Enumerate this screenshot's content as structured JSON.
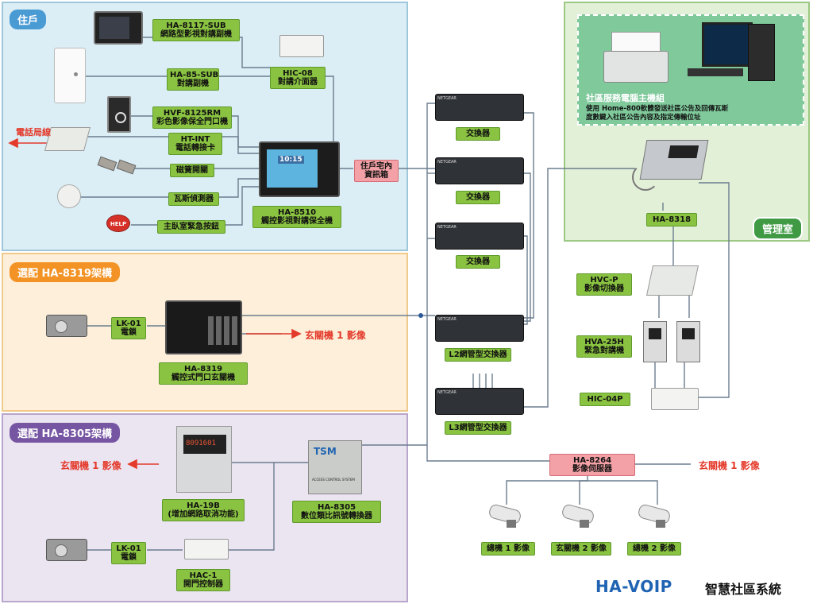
{
  "sections": {
    "resident": "住戶",
    "opt8319": "選配 HA-8319架構",
    "opt8305": "選配 HA-8305架構",
    "admin": "管理室"
  },
  "devices": {
    "ha8117": [
      "HA-8117-SUB",
      "網路型影視對講副機"
    ],
    "ha85": [
      "HA-85-SUB",
      "對講副機"
    ],
    "hvf8125": [
      "HVF-8125RM",
      "彩色影像保全門口機"
    ],
    "htint": [
      "HT-INT",
      "電話轉接卡"
    ],
    "magnet": "磁簧開關",
    "gas": "瓦斯偵測器",
    "emergency": "主臥室緊急按鈕",
    "hic08": [
      "HIC-08",
      "對講介面器"
    ],
    "ha8510": [
      "HA-8510",
      "觸控影視對講保全機"
    ],
    "infobox": [
      "住戶宅內",
      "資訊箱"
    ],
    "switch": "交換器",
    "l2switch": "L2網管型交換器",
    "l3switch": "L3網管型交換器",
    "lk01": [
      "LK-01",
      "電鎖"
    ],
    "ha8319": [
      "HA-8319",
      "觸控式門口玄關機"
    ],
    "ha19b": [
      "HA-19B",
      "(增加網路取消功能)"
    ],
    "ha8305": [
      "HA-8305",
      "數位類比訊號轉換器"
    ],
    "hac1": [
      "HAC-1",
      "開門控制器"
    ],
    "ha8264": [
      "HA-8264",
      "影像伺服器"
    ],
    "ha8318": "HA-8318",
    "hvcp": [
      "HVC-P",
      "影像切換器"
    ],
    "hva25h": [
      "HVA-25H",
      "緊急對講機"
    ],
    "hic04p": "HIC-04P",
    "cam1": "總機 1 影像",
    "cam2": "玄關機 2 影像",
    "cam3": "總機 2 影像"
  },
  "labels": {
    "phone_line": "電話局線",
    "entry_video": "玄關機 1 影像",
    "community_pc_title": "社區服務電腦主機組",
    "community_pc_desc1": "使用 Home-800軟體發送社區公告及回傳瓦斯",
    "community_pc_desc2": "度數鍵入社區公告內容及指定傳輸位址",
    "screen_time": "10:15",
    "tsm": "TSM",
    "acs": "ACCESS CONTROL SYSTEM",
    "help": "HELP",
    "netgear": "NETGEAR",
    "display_digits": "8091601"
  },
  "footer": {
    "brand": "HA-VOIP",
    "subtitle": "智慧社區系統"
  },
  "colors": {
    "resident_bg": "#dbeef5",
    "opt8319_bg": "#fdefd9",
    "opt8305_bg": "#ebe4f1",
    "admin_bg": "#e3f0d8",
    "label_green": "#8ac341",
    "label_pink": "#f3a1a6",
    "accent_red": "#e43a2b",
    "brand_blue": "#1f63b2"
  }
}
